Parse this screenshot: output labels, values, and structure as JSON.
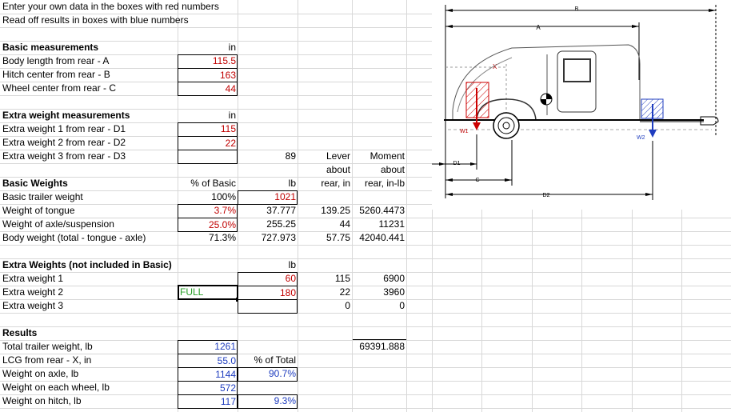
{
  "instructions": {
    "line1": "Enter your own data in the boxes with red numbers",
    "line2": "Read off results in boxes with blue numbers"
  },
  "basic_measurements": {
    "header": "Basic measurements",
    "unit": "in",
    "rows": [
      {
        "label": "Body length from rear - A",
        "value": "115.5"
      },
      {
        "label": "Hitch center from rear - B",
        "value": "163"
      },
      {
        "label": "Wheel center from rear - C",
        "value": "44"
      }
    ]
  },
  "extra_weight_measurements": {
    "header": "Extra weight measurements",
    "unit": "in",
    "rows": [
      {
        "label": "Extra weight 1 from rear - D1",
        "value": "115"
      },
      {
        "label": "Extra weight 2 from rear - D2",
        "value": "22"
      },
      {
        "label": "Extra weight 3 from rear - D3",
        "value": ""
      }
    ],
    "row3_extra": "89"
  },
  "lever_header": {
    "line1": "Lever",
    "line2": "about",
    "line3": "rear, in"
  },
  "moment_header": {
    "line1": "Moment",
    "line2": "about",
    "line3": "rear, in-lb"
  },
  "basic_weights": {
    "header": "Basic Weights",
    "pct_header": "% of Basic",
    "lb_header": "lb",
    "rows": [
      {
        "label": "Basic trailer weight",
        "pct": "100%",
        "lb": "1021",
        "lever": "",
        "moment": ""
      },
      {
        "label": "Weight of tongue",
        "pct": "3.7%",
        "lb": "37.777",
        "lever": "139.25",
        "moment": "5260.4473"
      },
      {
        "label": "Weight of axle/suspension",
        "pct": "25.0%",
        "lb": "255.25",
        "lever": "44",
        "moment": "11231"
      },
      {
        "label": "Body weight (total - tongue - axle)",
        "pct": "71.3%",
        "lb": "727.973",
        "lever": "57.75",
        "moment": "42040.441"
      }
    ]
  },
  "extra_weights": {
    "header": "Extra Weights (not included in Basic)",
    "lb_header": "lb",
    "rows": [
      {
        "label": "Extra weight 1",
        "flag": "",
        "lb": "60",
        "lever": "115",
        "moment": "6900"
      },
      {
        "label": "Extra weight 2",
        "flag": "FULL",
        "lb": "180",
        "lever": "22",
        "moment": "3960"
      },
      {
        "label": "Extra weight 3",
        "flag": "",
        "lb": "",
        "lever": "0",
        "moment": "0"
      }
    ]
  },
  "results": {
    "header": "Results",
    "total_moment": "69391.888",
    "pct_header": "% of Total",
    "rows": [
      {
        "label": "Total trailer weight, lb",
        "value": "1261",
        "pct": ""
      },
      {
        "label": "LCG from rear - X, in",
        "value": "55.0",
        "pct": ""
      },
      {
        "label": "Weight on axle, lb",
        "value": "1144",
        "pct": "90.7%"
      },
      {
        "label": "Weight on each wheel, lb",
        "value": "572",
        "pct": ""
      },
      {
        "label": "Weight on hitch, lb",
        "value": "117",
        "pct": "9.3%"
      }
    ]
  },
  "diagram": {
    "label_a": "A",
    "label_b": "B",
    "label_c": "C",
    "label_x": "X",
    "label_d1": "D1",
    "label_d2": "D2",
    "label_w1": "W1",
    "label_w2": "W2",
    "colors": {
      "input": "#c00000",
      "output": "#1f3dbf",
      "w1_arrow": "#cc0000",
      "w2_arrow": "#1f3dbf",
      "flag": "#2aa02a"
    }
  }
}
